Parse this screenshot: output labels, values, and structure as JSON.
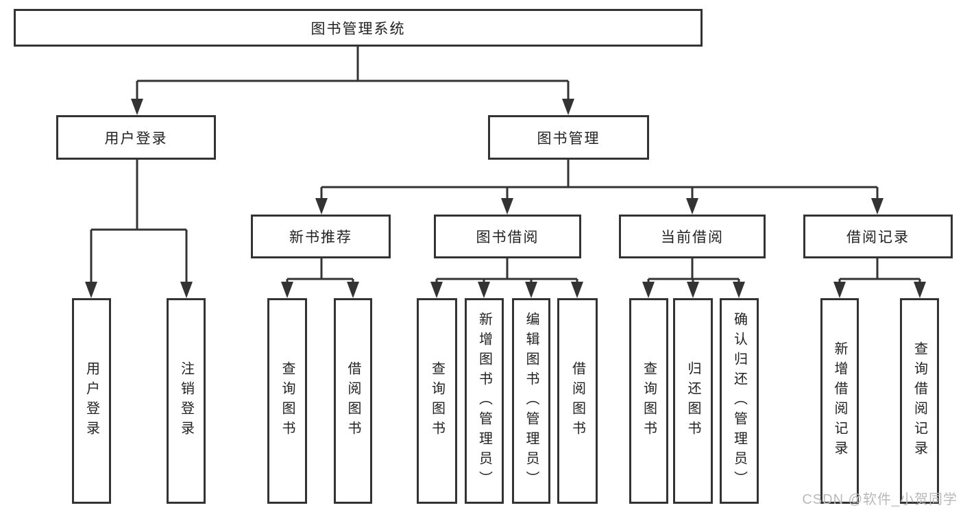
{
  "diagram": {
    "type": "hierarchy-tree",
    "root": {
      "label": "图书管理系统"
    },
    "level2": [
      {
        "label": "用户登录",
        "parent": "图书管理系统"
      },
      {
        "label": "图书管理",
        "parent": "图书管理系统"
      }
    ],
    "level3": [
      {
        "label": "新书推荐",
        "parent": "图书管理"
      },
      {
        "label": "图书借阅",
        "parent": "图书管理"
      },
      {
        "label": "当前借阅",
        "parent": "图书管理"
      },
      {
        "label": "借阅记录",
        "parent": "图书管理"
      }
    ],
    "leaves": [
      {
        "label": "用户登录",
        "parent": "用户登录"
      },
      {
        "label": "注销登录",
        "parent": "用户登录"
      },
      {
        "label": "查询图书",
        "parent": "新书推荐"
      },
      {
        "label": "借阅图书",
        "parent": "新书推荐"
      },
      {
        "label": "查询图书",
        "parent": "图书借阅"
      },
      {
        "label": "新增图书（管理员）",
        "parent": "图书借阅"
      },
      {
        "label": "编辑图书（管理员）",
        "parent": "图书借阅"
      },
      {
        "label": "借阅图书",
        "parent": "图书借阅"
      },
      {
        "label": "查询图书",
        "parent": "当前借阅"
      },
      {
        "label": "归还图书",
        "parent": "当前借阅"
      },
      {
        "label": "确认归还（管理员）",
        "parent": "当前借阅"
      },
      {
        "label": "新增借阅记录",
        "parent": "借阅记录"
      },
      {
        "label": "查询借阅记录",
        "parent": "借阅记录"
      }
    ]
  },
  "watermark": {
    "text": "CSDN @软件_小贺同学"
  },
  "colors": {
    "line": "#333333",
    "box_border": "#333333",
    "text": "#222222",
    "watermark": "#b9b9b9",
    "background": "#ffffff"
  }
}
